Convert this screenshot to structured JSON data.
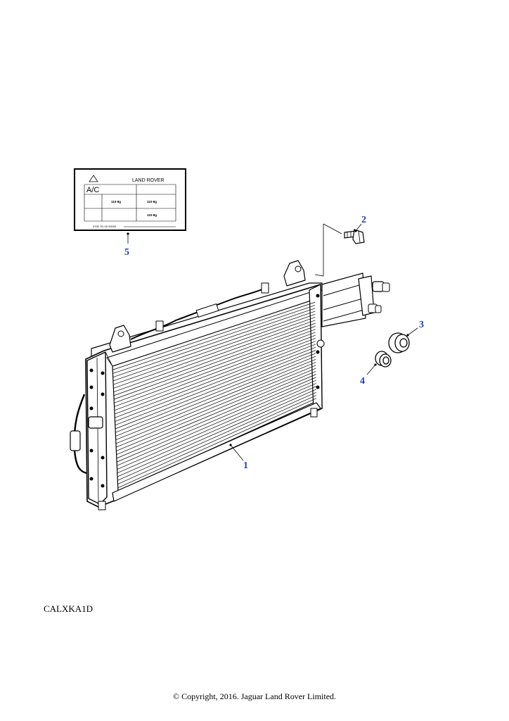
{
  "diagram": {
    "reference_code": "CALXKA1D",
    "copyright": "© Copyright, 2016. Jaguar Land Rover Limited.",
    "label_card": {
      "brand": "LAND ROVER",
      "system": "A/C",
      "cells": [
        "110-8g",
        "110-8g",
        "110-8g"
      ],
      "footer": "0700 TO 00 00000"
    },
    "callouts": [
      {
        "number": "1",
        "part": "condenser"
      },
      {
        "number": "2",
        "part": "bolt"
      },
      {
        "number": "3",
        "part": "grommet-large"
      },
      {
        "number": "4",
        "part": "grommet-small"
      },
      {
        "number": "5",
        "part": "label"
      }
    ],
    "colors": {
      "callout": "#1f3fbf",
      "line": "#000000"
    }
  }
}
